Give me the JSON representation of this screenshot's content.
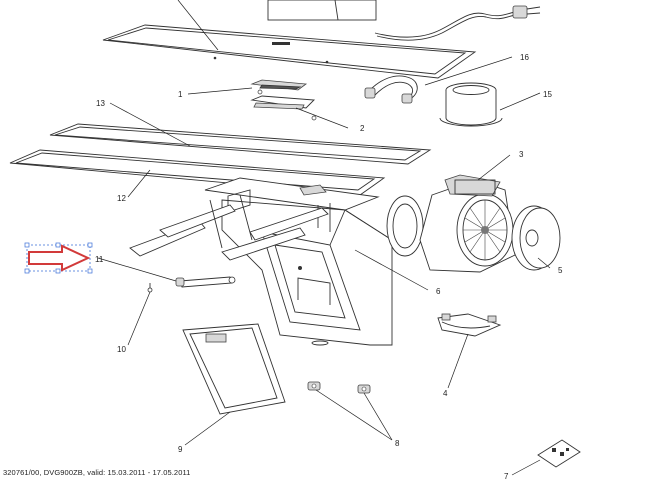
{
  "callouts": {
    "c1": "1",
    "c2": "2",
    "c3": "3",
    "c4": "4",
    "c5": "5",
    "c6": "6",
    "c7": "7",
    "c8": "8",
    "c9": "9",
    "c10": "10",
    "c11": "11",
    "c12": "12",
    "c13": "13",
    "c15": "15",
    "c16": "16"
  },
  "footer": "320761/00, DVG900ZB, valid: 15.03.2011 - 17.05.2011",
  "colors": {
    "arrow": "#d23a3a",
    "selection": "#3a6fd8",
    "line": "#333333"
  }
}
